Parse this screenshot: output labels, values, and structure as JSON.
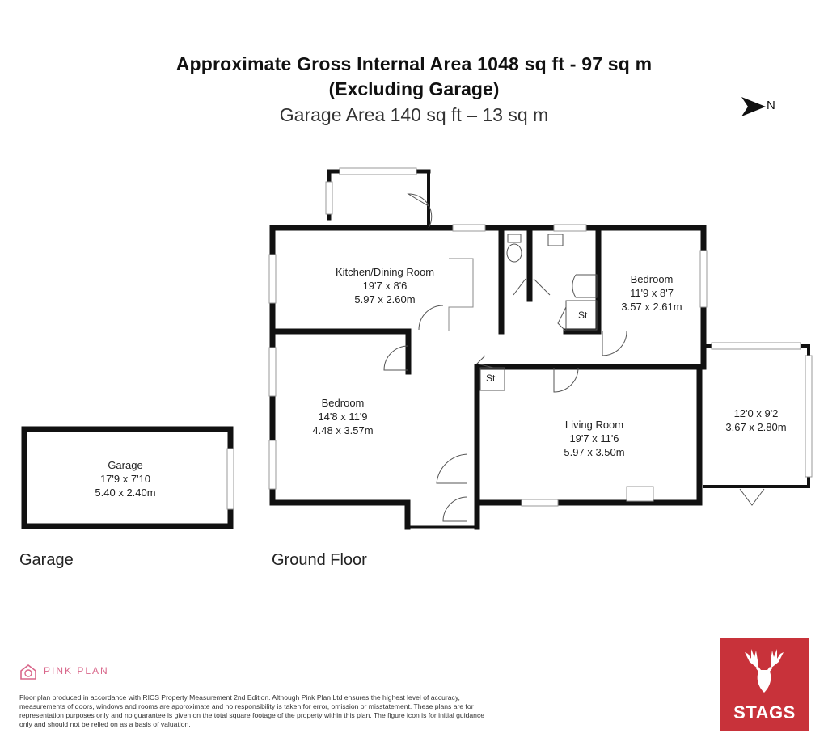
{
  "header": {
    "line1": "Approximate Gross Internal Area 1048 sq ft - 97 sq m",
    "line2": "(Excluding Garage)",
    "line3": "Garage Area 140 sq ft – 13 sq m"
  },
  "compass": {
    "label": "N",
    "icon": "north-arrow-icon"
  },
  "rooms": {
    "kitchen": {
      "name": "Kitchen/Dining Room",
      "imperial": "19'7 x 8'6",
      "metric": "5.97 x 2.60m"
    },
    "bedroom1": {
      "name": "Bedroom",
      "imperial": "11'9 x 8'7",
      "metric": "3.57 x 2.61m"
    },
    "bedroom2": {
      "name": "Bedroom",
      "imperial": "14'8 x 11'9",
      "metric": "4.48 x 3.57m"
    },
    "living": {
      "name": "Living Room",
      "imperial": "19'7 x 11'6",
      "metric": "5.97 x 3.50m"
    },
    "conservatory": {
      "imperial": "12'0 x 9'2",
      "metric": "3.67 x 2.80m"
    },
    "garage": {
      "name": "Garage",
      "imperial": "17'9 x 7'10",
      "metric": "5.40 x 2.40m"
    },
    "store1": "St",
    "store2": "St"
  },
  "floors": {
    "garage": "Garage",
    "ground": "Ground Floor"
  },
  "footer": {
    "brand": "PINK PLAN",
    "disclaimer": "Floor plan produced in accordance with RICS Property Measurement 2nd Edition. Although Pink Plan Ltd ensures the highest level of accuracy, measurements of doors, windows and rooms are approximate and no responsibility is taken for error, omission or misstatement. These plans are for representation purposes only and no guarantee is given on the total square footage of the property within this plan. The figure icon is for initial guidance only and should not be relied on as a basis of valuation.",
    "agent": "STAGS"
  },
  "colors": {
    "wall": "#111111",
    "pink": "#d9668a",
    "stags_red": "#c8323a"
  }
}
